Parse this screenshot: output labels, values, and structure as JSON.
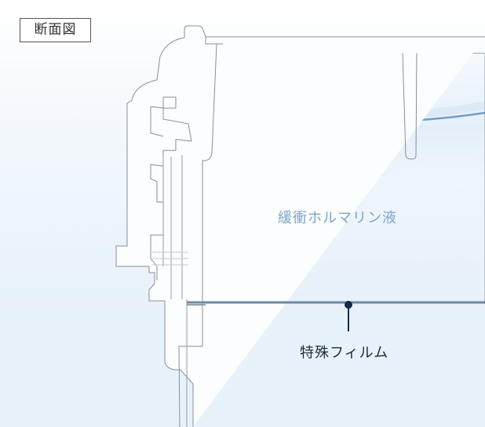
{
  "diagram": {
    "title": "断面図",
    "labels": {
      "liquid": "緩衝ホルマリン液",
      "film": "特殊フィルム"
    },
    "colors": {
      "outline": "#8a8f96",
      "liquid_text": "#7ea5c8",
      "film_line": "#6e8aa3",
      "leader": "#14284a",
      "water_surface": "#5c8fb8",
      "background_bottom": "#e6f1fa"
    }
  }
}
